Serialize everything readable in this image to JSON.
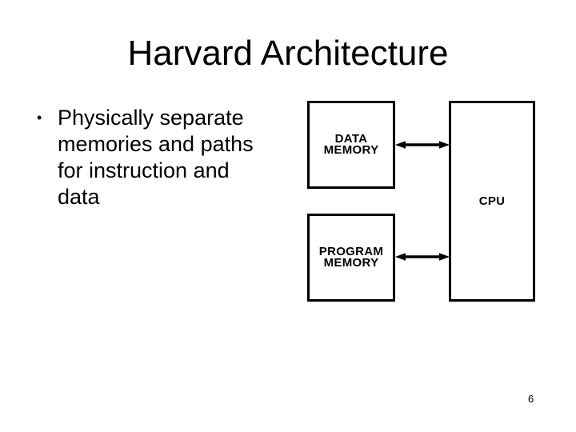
{
  "slide": {
    "title": "Harvard Architecture",
    "bullet": {
      "marker": "•",
      "text": "Physically separate\nmemories and paths\nfor instruction and\ndata"
    },
    "diagram": {
      "boxes": [
        {
          "id": "data-memory",
          "label": "DATA\nMEMORY"
        },
        {
          "id": "program-memory",
          "label": "PROGRAM\nMEMORY"
        },
        {
          "id": "cpu",
          "label": "CPU"
        }
      ],
      "connectors": [
        {
          "from": "DATA MEMORY",
          "to": "CPU",
          "style": "double-headed-arrow"
        },
        {
          "from": "PROGRAM MEMORY",
          "to": "CPU",
          "style": "double-headed-arrow"
        }
      ]
    },
    "page_number": "6",
    "colors": {
      "background": "#ffffff",
      "foreground": "#000000"
    }
  }
}
